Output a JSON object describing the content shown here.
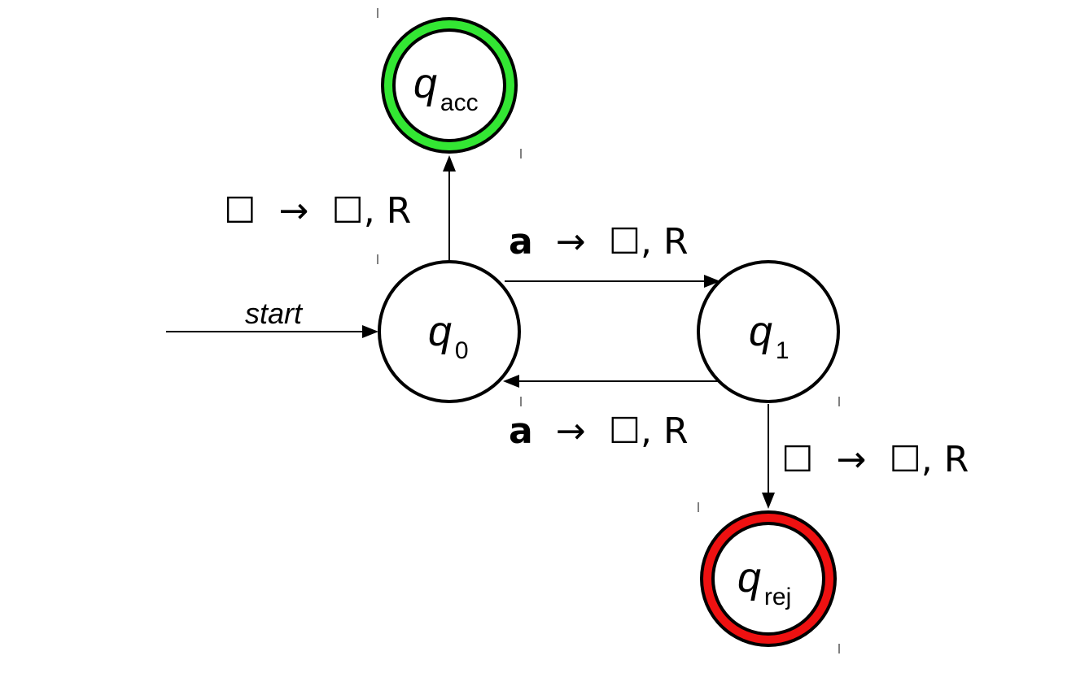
{
  "states": {
    "q0": {
      "name": "q",
      "sub": "0",
      "fill": "#ffffff",
      "ring": null
    },
    "q1": {
      "name": "q",
      "sub": "1",
      "fill": "#ffffff",
      "ring": null
    },
    "qacc": {
      "name": "q",
      "sub": "acc",
      "fill": "#ffffff",
      "ring": "#33e633"
    },
    "qrej": {
      "name": "q",
      "sub": "rej",
      "fill": "#ffffff",
      "ring": "#ee1111"
    }
  },
  "start_label": "start",
  "transitions": {
    "q0_to_qacc": {
      "read": "☐",
      "arrow": "→",
      "write": "☐, R"
    },
    "q0_to_q1": {
      "read": "a",
      "arrow": "→",
      "write": "☐, R"
    },
    "q1_to_q0": {
      "read": "a",
      "arrow": "→",
      "write": "☐, R"
    },
    "q1_to_qrej": {
      "read": "☐",
      "arrow": "→",
      "write": "☐, R"
    }
  },
  "colors": {
    "accept_ring": "#33e633",
    "reject_ring": "#ee1111",
    "stroke": "#000000"
  }
}
